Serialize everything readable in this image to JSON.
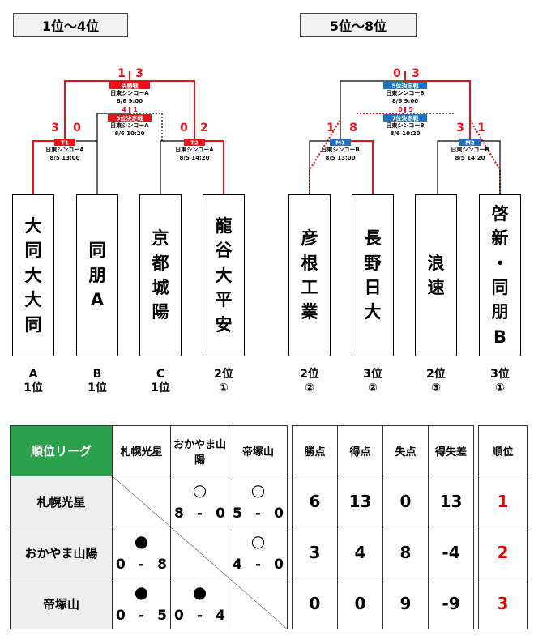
{
  "left_header": "1位〜4位",
  "right_header": "5位〜8位",
  "left_bracket": {
    "final": {
      "badge": "決勝戦",
      "venue": "日東シンコーA",
      "datetime": "8/6 9:00",
      "score_l": "1",
      "score_r": "3"
    },
    "third": {
      "badge": "3位決定戦",
      "venue": "日東シンコーA",
      "datetime": "8/6 10:20",
      "score_l": "4",
      "score_r": "1"
    },
    "semi1": {
      "id": "T1",
      "venue": "日東シンコーA",
      "datetime": "8/5 13:00",
      "score_l": "3",
      "score_r": "0"
    },
    "semi2": {
      "id": "T2",
      "venue": "日東シンコーA",
      "datetime": "8/5 14:20",
      "score_l": "0",
      "score_r": "2"
    },
    "teams": [
      {
        "name": "大同大大同",
        "seed1": "A",
        "seed2": "1位"
      },
      {
        "name": "同朋A",
        "seed1": "B",
        "seed2": "1位"
      },
      {
        "name": "京都城陽",
        "seed1": "C",
        "seed2": "1位"
      },
      {
        "name": "龍谷大平安",
        "seed1": "2位",
        "seed2": "①"
      }
    ]
  },
  "right_bracket": {
    "final": {
      "badge": "5位決定戦",
      "venue": "日東シンコーB",
      "datetime": "8/6 9:00",
      "score_l": "0",
      "score_r": "3"
    },
    "seventh": {
      "badge": "7位決定戦",
      "venue": "日東シンコーB",
      "datetime": "8/6 10:20",
      "score_l": "0",
      "score_r": "5"
    },
    "semi1": {
      "id": "M1",
      "venue": "日東シンコーB",
      "datetime": "8/5 13:00",
      "score_l": "1",
      "score_r": "8"
    },
    "semi2": {
      "id": "M2",
      "venue": "日東シンコーB",
      "datetime": "8/5 14:20",
      "score_l": "3",
      "score_r": "1"
    },
    "teams": [
      {
        "name": "彦根工業",
        "seed1": "2位",
        "seed2": "②"
      },
      {
        "name": "長野日大",
        "seed1": "3位",
        "seed2": "②"
      },
      {
        "name": "浪速",
        "seed1": "2位",
        "seed2": "③"
      },
      {
        "name": "啓新・同朋B",
        "seed1": "3位",
        "seed2": "①"
      }
    ]
  },
  "colors": {
    "win": "#e8101a",
    "lose": "#000000",
    "left_badge": "#e8101a",
    "right_badge": "#1a73c6",
    "league_header": "#2aa24b",
    "rank": "#e00000"
  },
  "league": {
    "title": "順位リーグ",
    "columns": [
      "札幌光星",
      "おかやま山陽",
      "帝塚山"
    ],
    "stat_headers": [
      "勝点",
      "得点",
      "失点",
      "得失差",
      "順位"
    ],
    "rows": [
      {
        "team": "札幌光星",
        "results": [
          null,
          {
            "mark": "○",
            "a": "8",
            "b": "0"
          },
          {
            "mark": "○",
            "a": "5",
            "b": "0"
          }
        ],
        "points": "6",
        "scored": "13",
        "conceded": "0",
        "diff": "13",
        "rank": "1"
      },
      {
        "team": "おかやま山陽",
        "results": [
          {
            "mark": "●",
            "a": "0",
            "b": "8"
          },
          null,
          {
            "mark": "○",
            "a": "4",
            "b": "0"
          }
        ],
        "points": "3",
        "scored": "4",
        "conceded": "8",
        "diff": "-4",
        "rank": "2"
      },
      {
        "team": "帝塚山",
        "results": [
          {
            "mark": "●",
            "a": "0",
            "b": "5"
          },
          {
            "mark": "●",
            "a": "0",
            "b": "4"
          },
          null
        ],
        "points": "0",
        "scored": "0",
        "conceded": "9",
        "diff": "-9",
        "rank": "3"
      }
    ]
  }
}
